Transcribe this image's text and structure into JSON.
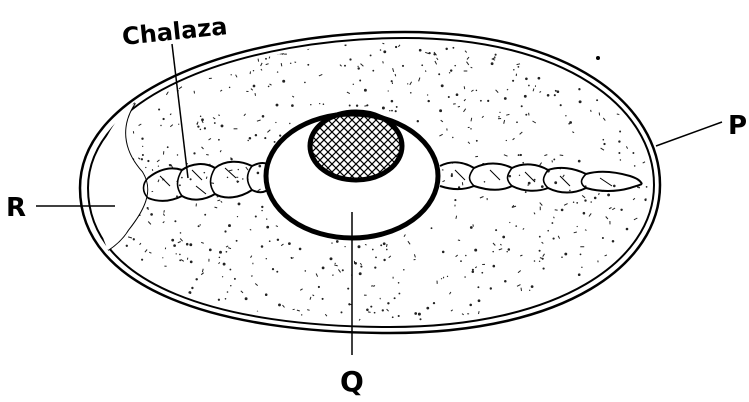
{
  "diagram": {
    "labels": {
      "chalaza": "Chalaza",
      "p": "P",
      "q": "Q",
      "r": "R"
    }
  },
  "colors": {
    "stroke": "#000000",
    "background": "#ffffff",
    "speckle": "#222222"
  }
}
